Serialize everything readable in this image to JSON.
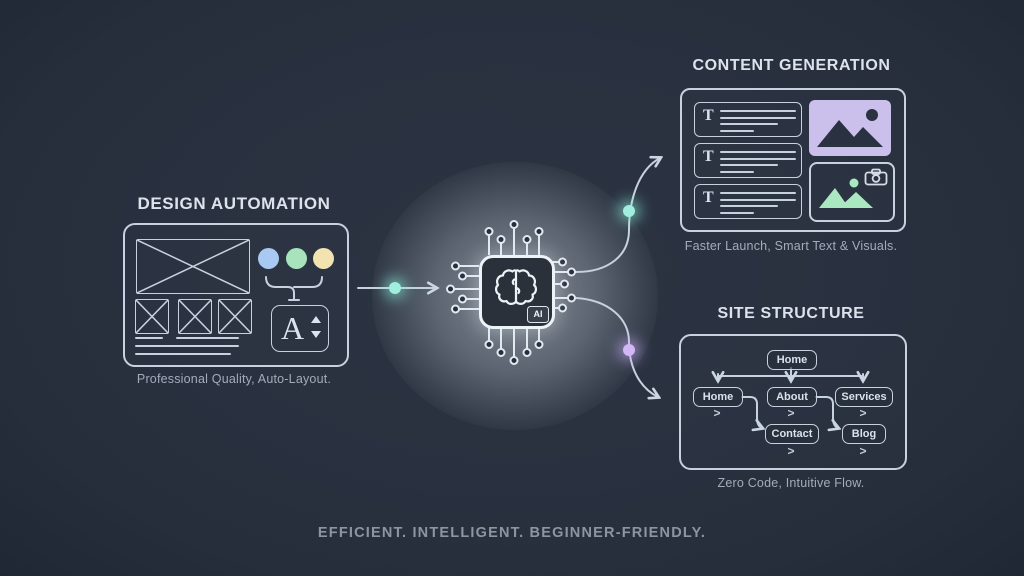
{
  "colors": {
    "background": "#272e3b",
    "stroke": "#c6d2e0",
    "heading": "#dce3ed",
    "caption": "#a2acbb",
    "tagline_text": "#8b95a3",
    "accent_teal": "#9feede",
    "accent_purple": "#d2b6f6",
    "swatch_blue": "#a9c9f2",
    "swatch_green": "#a9e3bd",
    "swatch_cream": "#f2e3b0",
    "image_lavender": "#cbc0ec",
    "image_green": "#a9e8c0",
    "chip_fill": "#2b313b"
  },
  "design_panel": {
    "title": "DESIGN AUTOMATION",
    "caption": "Professional Quality, Auto-Layout.",
    "font_letter": "A"
  },
  "ai_chip": {
    "badge": "AI"
  },
  "content_panel": {
    "title": "CONTENT GENERATION",
    "caption": "Faster Launch, Smart Text & Visuals.",
    "block_letter": "T"
  },
  "structure_panel": {
    "title": "SITE STRUCTURE",
    "caption": "Zero Code, Intuitive Flow.",
    "root_node": "Home",
    "level1": [
      "Home",
      "About",
      "Services"
    ],
    "level2": [
      "Contact",
      "Blog"
    ],
    "chevron": ">"
  },
  "tagline": "EFFICIENT. INTELLIGENT. BEGINNER-FRIENDLY."
}
